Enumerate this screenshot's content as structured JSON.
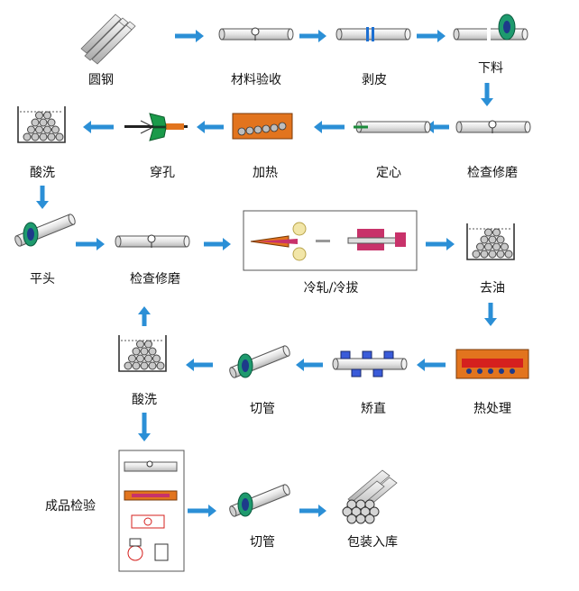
{
  "steps": {
    "round_steel": "圆钢",
    "inspection_receiving": "材料验收",
    "peeling": "剥皮",
    "blanking": "下料",
    "inspect_grind_1": "检查修磨",
    "centering": "定心",
    "heating": "加热",
    "piercing": "穿孔",
    "pickling_1": "酸洗",
    "head_flattening": "平头",
    "inspect_grind_2": "检查修磨",
    "cold_roll_draw": "冷轧/冷拔",
    "degreasing": "去油",
    "heat_treatment": "热处理",
    "straightening": "矫直",
    "pipe_cutting_1": "切管",
    "pickling_2": "酸洗",
    "final_inspection": "成品检验",
    "pipe_cutting_2": "切管",
    "packaging": "包装入库"
  },
  "colors": {
    "arrow": "#2b8fd6",
    "pipe_fill": "#e8e8e8",
    "pipe_stroke": "#555555",
    "blade_green": "#1e9a6e",
    "blade_dark": "#1d3a8a",
    "furnace_orange": "#e2741e",
    "piercer_green": "#1a9a4a",
    "heat_red": "#d5201e",
    "rolling_magenta": "#c8326a"
  },
  "icons": {
    "round_steel": "stacked-bars-icon",
    "pipe": "pipe-icon",
    "cutter": "cutter-disc-icon",
    "tank": "pickling-tank-icon",
    "furnace": "heating-furnace-icon",
    "piercer": "piercing-mill-icon",
    "mill": "cold-mill-icon",
    "straightener": "straightener-rollers-icon",
    "heat_treat": "heat-treatment-furnace-icon",
    "bundle": "pipe-bundle-icon",
    "inspection": "inspection-panel-icon"
  }
}
